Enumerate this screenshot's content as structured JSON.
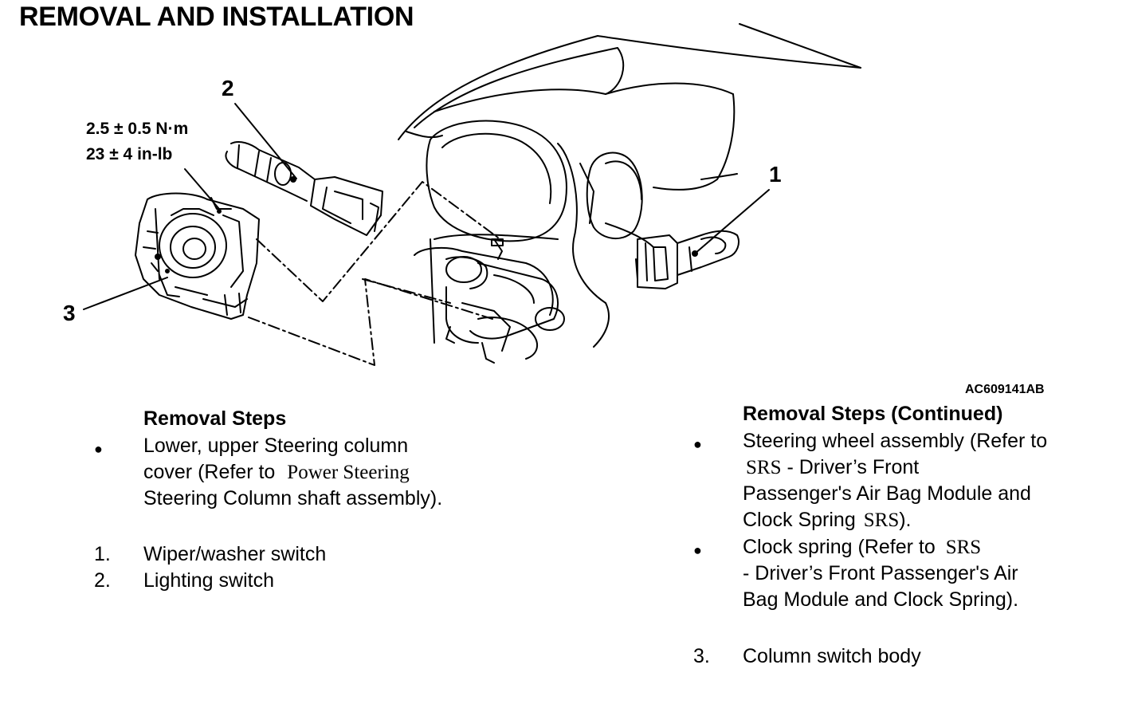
{
  "title": "REMOVAL AND INSTALLATION",
  "figure": {
    "id": "AC609141AB",
    "callouts": {
      "c1": "1",
      "c2": "2",
      "c3": "3"
    },
    "torque": {
      "metric": "2.5 ± 0.5 N·m",
      "imperial": "23 ± 4 in-lb"
    }
  },
  "left": {
    "heading": "Removal Steps",
    "bullet": "●",
    "bullet_text": {
      "line1": "Lower, upper Steering column",
      "line2_a": "cover (Refer to",
      "line2_ref": "Power Steering",
      "line3": "Steering Column shaft assembly)."
    },
    "steps": [
      {
        "num": "1.",
        "text": "Wiper/washer switch"
      },
      {
        "num": "2.",
        "text": "Lighting switch"
      }
    ]
  },
  "right": {
    "heading": "Removal Steps (Continued)",
    "bullet": "●",
    "item1": {
      "line1": "Steering wheel assembly (Refer to",
      "line2_ref": "SRS",
      "line2_b": "- Driver’s Front",
      "line3": "Passenger's Air Bag Module and",
      "line4_a": "Clock Spring",
      "line4_ref": "SRS",
      "line4_b": ")."
    },
    "item2": {
      "line1_a": "Clock spring (Refer to",
      "line1_ref": "SRS",
      "line2": "- Driver’s Front Passenger's Air",
      "line3": "Bag Module and Clock Spring)."
    },
    "step3": {
      "num": "3.",
      "text": "Column switch body"
    }
  }
}
